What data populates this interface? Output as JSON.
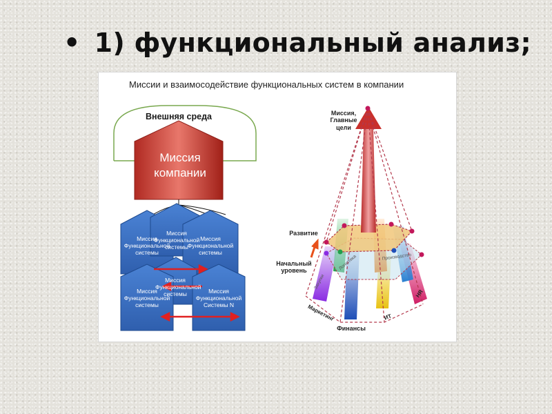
{
  "slide": {
    "bullet": "•",
    "title": "1) функциональный анализ;"
  },
  "diagram": {
    "caption": "Миссии и взаимосодействие функциональных систем в компании",
    "left": {
      "environment": "Внешняя среда",
      "mission_company": "Миссия компании",
      "block_1": "Миссия Функциональной системы",
      "block_2": "Миссия Функциональной системы",
      "block_3": "Миссия Функциональной системы",
      "block_4": "Миссия Функциональной системы",
      "block_5": "Миссия Функциональной системы",
      "block_n": "Миссия Функциональной Системы N"
    },
    "right": {
      "apex": "Миссия, Главные цели",
      "development": "Развитие",
      "start_level": "Начальный уровень",
      "finance": "Финансы",
      "marketing": "Маркетинг",
      "it": "ИТ",
      "hr": "HR",
      "production": "Производство",
      "purchasing": "Закупки",
      "logistics": "Логистика"
    },
    "colors": {
      "house_blue": "#3a70c2",
      "mission_red": "#c0392b",
      "arrow_red": "#e02020",
      "pyramid_edge": "#b3394c",
      "hex_fill": "#f1c77a"
    }
  }
}
